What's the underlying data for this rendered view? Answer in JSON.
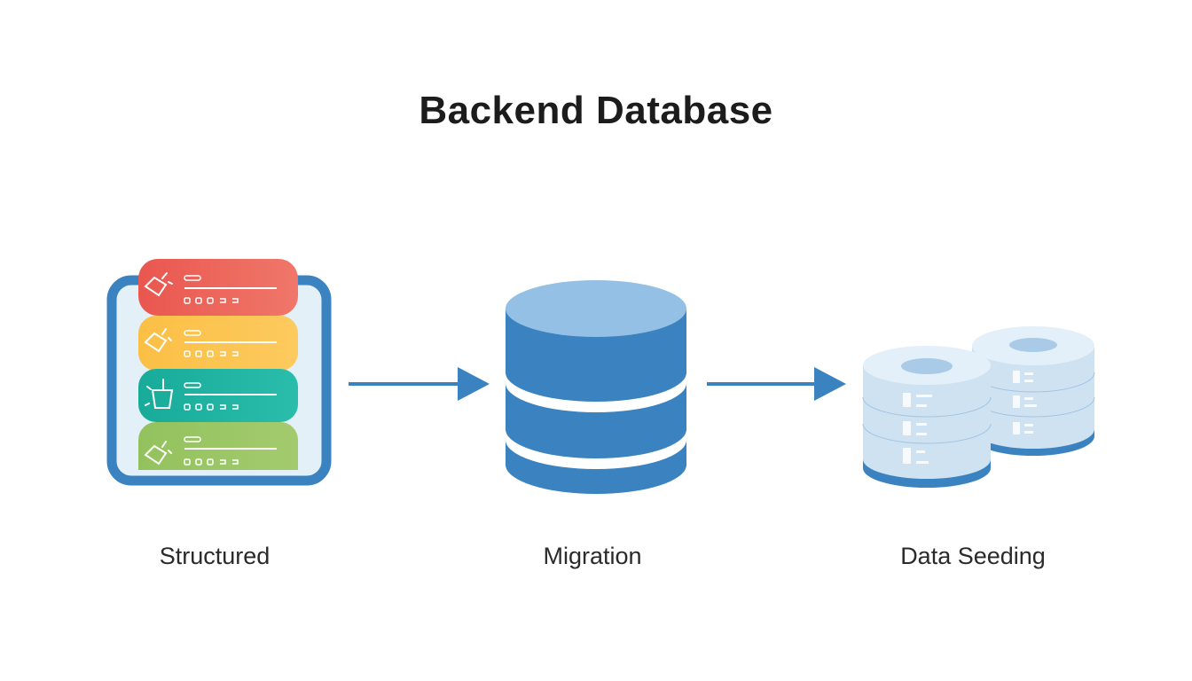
{
  "title": "Backend Database",
  "stages": [
    {
      "label": "Structured",
      "icon": "schema-list-icon"
    },
    {
      "label": "Migration",
      "icon": "database-icon"
    },
    {
      "label": "Data Seeding",
      "icon": "seeded-databases-icon"
    }
  ],
  "colors": {
    "primary_blue": "#3a82c0",
    "light_blue": "#93c0e4",
    "card_red": "#ec6a5e",
    "card_yellow": "#fbc24f",
    "card_teal": "#22b4a3",
    "card_green": "#9cc766",
    "pale_blue": "#d7e8f6"
  }
}
